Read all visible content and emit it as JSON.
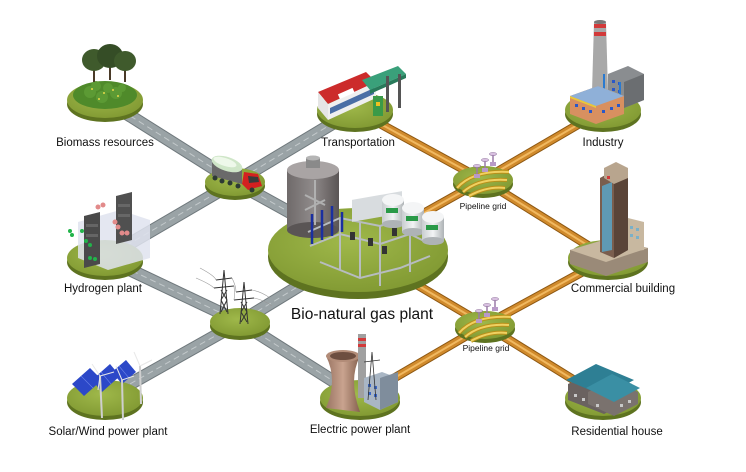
{
  "title": "Bio-natural gas energy network",
  "colors": {
    "disk_top": "#8ea63a",
    "disk_side": "#5e7320",
    "road": "#9aa3a6",
    "road_edge": "#6f787c",
    "pipe": "#d08a2c",
    "pipe_edge": "#8e5812"
  },
  "nodes": {
    "biomass": {
      "label": "Biomass resources",
      "icon": "trees-crops-icon"
    },
    "transportation": {
      "label": "Transportation",
      "icon": "bus-gas-station-icon"
    },
    "industry": {
      "label": "Industry",
      "icon": "factory-icon"
    },
    "truck": {
      "label": "",
      "icon": "tanker-truck-icon"
    },
    "pipeline_top": {
      "label": "Pipeline grid",
      "icon": "pipeline-valves-icon"
    },
    "bio_plant": {
      "label": "Bio-natural gas plant",
      "icon": "digester-plant-icon"
    },
    "hydrogen": {
      "label": "Hydrogen plant",
      "icon": "electrolyzer-icon"
    },
    "commercial": {
      "label": "Commercial building",
      "icon": "skyscraper-icon"
    },
    "power_lines": {
      "label": "",
      "icon": "transmission-tower-icon"
    },
    "pipeline_bottom": {
      "label": "Pipeline grid",
      "icon": "pipeline-valves-icon"
    },
    "solar_wind": {
      "label": "Solar/Wind power plant",
      "icon": "solar-wind-icon"
    },
    "electric": {
      "label": "Electric power plant",
      "icon": "cooling-tower-icon"
    },
    "residential": {
      "label": "Residential house",
      "icon": "houses-icon"
    }
  },
  "connections": [
    {
      "from": "biomass",
      "to": "truck",
      "type": "road"
    },
    {
      "from": "truck",
      "to": "transportation",
      "type": "road"
    },
    {
      "from": "truck",
      "to": "hydrogen",
      "type": "road"
    },
    {
      "from": "truck",
      "to": "bio_plant",
      "type": "road"
    },
    {
      "from": "hydrogen",
      "to": "power_lines",
      "type": "road"
    },
    {
      "from": "power_lines",
      "to": "bio_plant",
      "type": "road"
    },
    {
      "from": "power_lines",
      "to": "solar_wind",
      "type": "road"
    },
    {
      "from": "power_lines",
      "to": "electric",
      "type": "road"
    },
    {
      "from": "transportation",
      "to": "pipeline_top",
      "type": "pipe"
    },
    {
      "from": "pipeline_top",
      "to": "industry",
      "type": "pipe"
    },
    {
      "from": "pipeline_top",
      "to": "bio_plant",
      "type": "pipe"
    },
    {
      "from": "pipeline_top",
      "to": "commercial",
      "type": "pipe"
    },
    {
      "from": "bio_plant",
      "to": "pipeline_bottom",
      "type": "pipe"
    },
    {
      "from": "pipeline_bottom",
      "to": "commercial",
      "type": "pipe"
    },
    {
      "from": "pipeline_bottom",
      "to": "electric",
      "type": "pipe"
    },
    {
      "from": "pipeline_bottom",
      "to": "residential",
      "type": "pipe"
    }
  ]
}
